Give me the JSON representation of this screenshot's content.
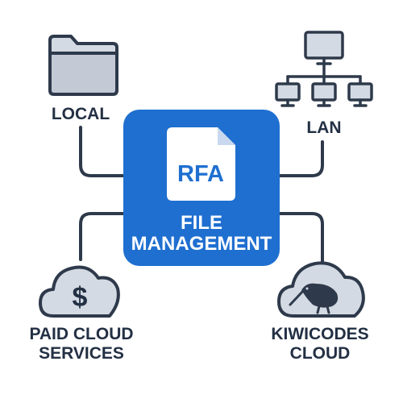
{
  "center": {
    "doc_label": "RFA",
    "title_line1": "FILE",
    "title_line2": "MANAGEMENT"
  },
  "nodes": {
    "local": {
      "label": "LOCAL",
      "icon": "folder-icon"
    },
    "lan": {
      "label": "LAN",
      "icon": "network-icon"
    },
    "paid_cloud": {
      "label_line1": "PAID CLOUD",
      "label_line2": "SERVICES",
      "icon": "dollar-cloud-icon"
    },
    "kiwicodes": {
      "label_line1": "KIWICODES",
      "label_line2": "CLOUD",
      "icon": "kiwi-cloud-icon"
    }
  },
  "colors": {
    "accent": "#1f6fd0",
    "line": "#2e3a4b",
    "icon_fill": "#d4dae3",
    "text": "#233044",
    "white": "#ffffff"
  }
}
